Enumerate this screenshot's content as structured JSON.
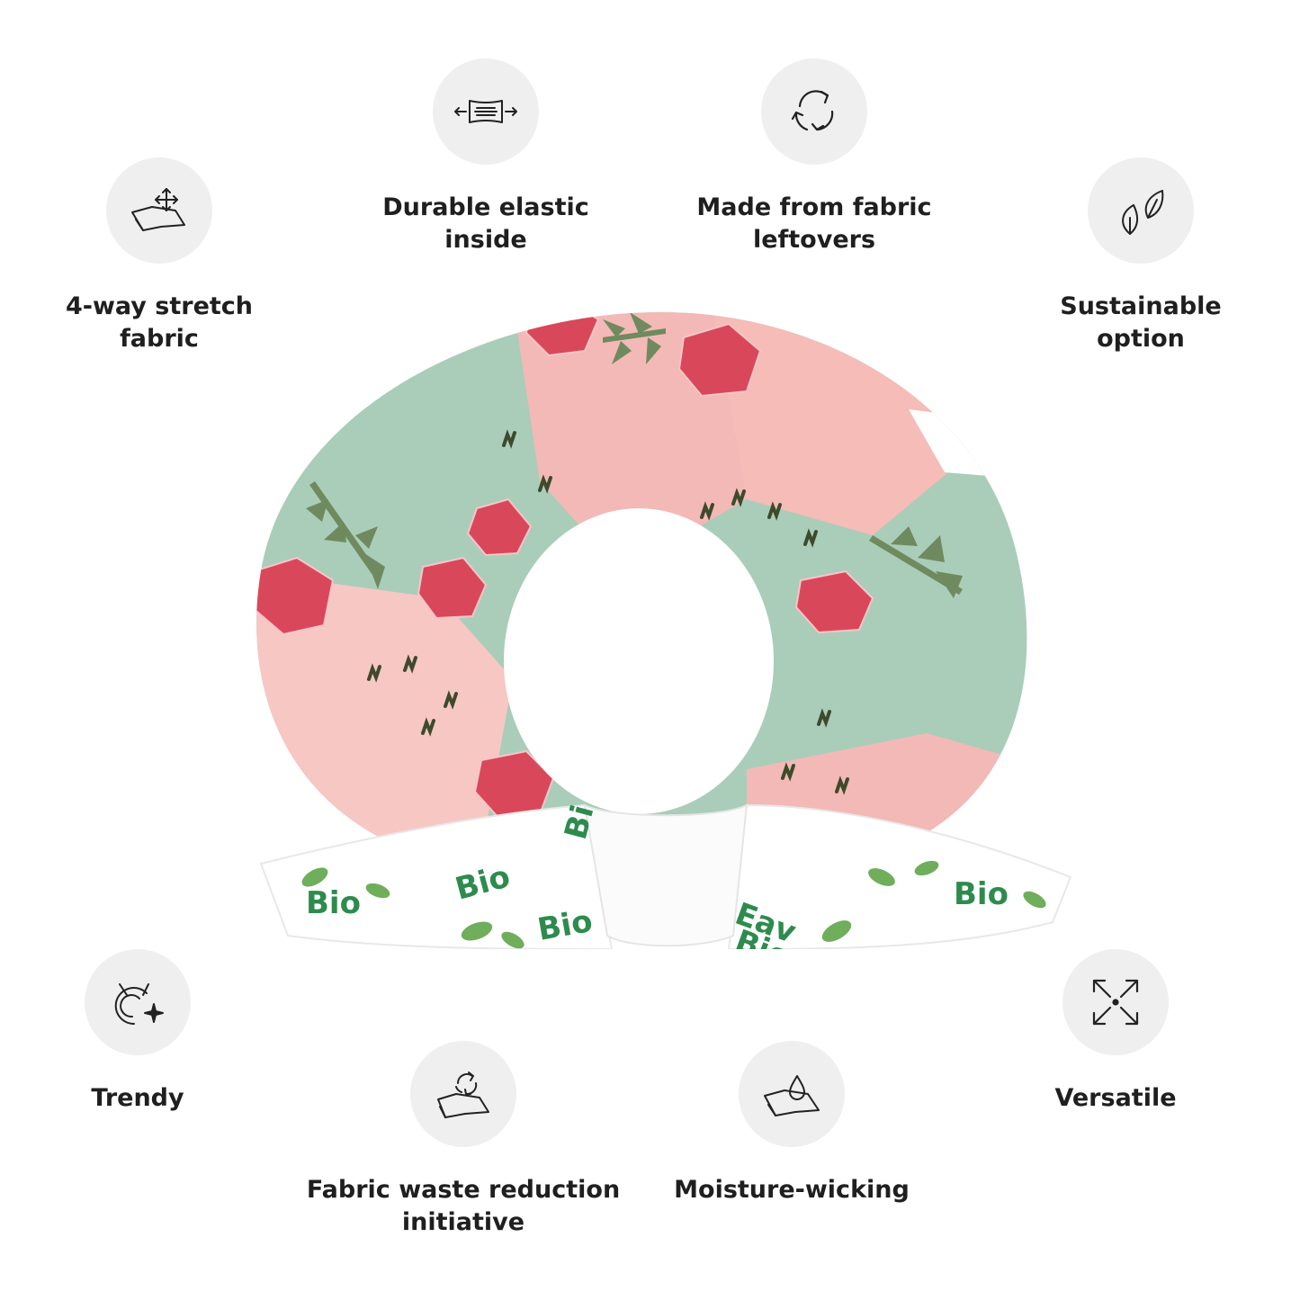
{
  "colors": {
    "badge_bg": "#efefef",
    "label_text": "#1f1f1f",
    "sage": "#a9cdb9",
    "blush": "#f3b9b6",
    "rose": "#d9485a",
    "leaf": "#6f8a5e",
    "brand_green": "#2e8b4e"
  },
  "features": [
    {
      "icon": "stretch-fabric-icon",
      "line1": "4-way stretch",
      "line2": "fabric"
    },
    {
      "icon": "elastic-icon",
      "line1": "Durable elastic",
      "line2": "inside"
    },
    {
      "icon": "recycle-icon",
      "line1": "Made from fabric",
      "line2": "leftovers"
    },
    {
      "icon": "leaves-icon",
      "line1": "Sustainable",
      "line2": "option"
    },
    {
      "icon": "cat-sparkle-icon",
      "line1": "Trendy",
      "line2": ""
    },
    {
      "icon": "fabric-recycle-icon",
      "line1": "Fabric waste reduction",
      "line2": "initiative"
    },
    {
      "icon": "water-drop-fabric-icon",
      "line1": "Moisture-wicking",
      "line2": ""
    },
    {
      "icon": "expand-arrows-icon",
      "line1": "Versatile",
      "line2": ""
    }
  ],
  "product": {
    "name": "scrunchie-with-bow",
    "print_text": [
      "Bio",
      "Bio",
      "Bio",
      "Eav",
      "Bio",
      "Bio",
      "Bi"
    ]
  }
}
